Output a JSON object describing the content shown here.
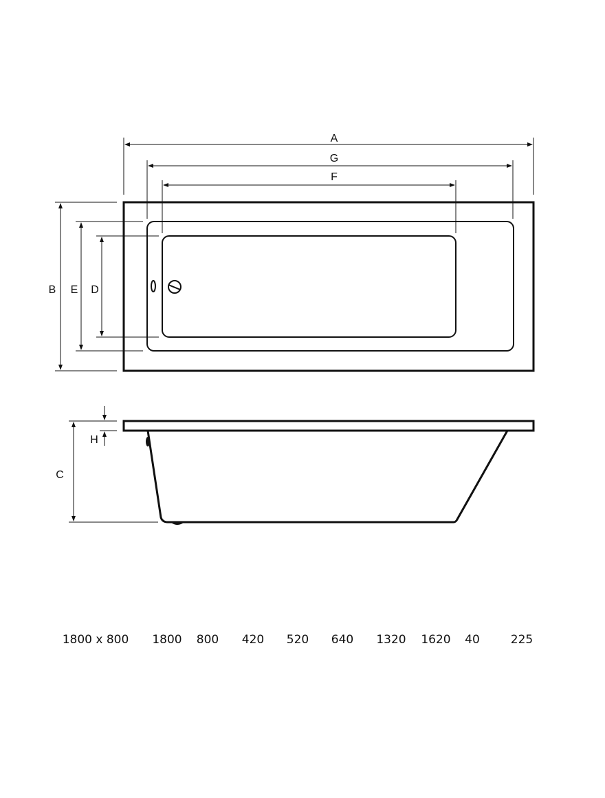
{
  "plan_view": {
    "labels": {
      "A": "A",
      "G": "G",
      "F": "F",
      "B": "B",
      "E": "E",
      "D": "D"
    }
  },
  "side_view": {
    "labels": {
      "H": "H",
      "C": "C"
    }
  },
  "dimensions_row": {
    "model": "1800 x 800",
    "A": "1800",
    "B": "800",
    "C": "420",
    "D": "520",
    "E": "640",
    "F": "1320",
    "G": "1620",
    "H": "40",
    "extra": "225"
  },
  "icons": {
    "overflow": "overflow-icon",
    "waste": "waste-icon"
  }
}
